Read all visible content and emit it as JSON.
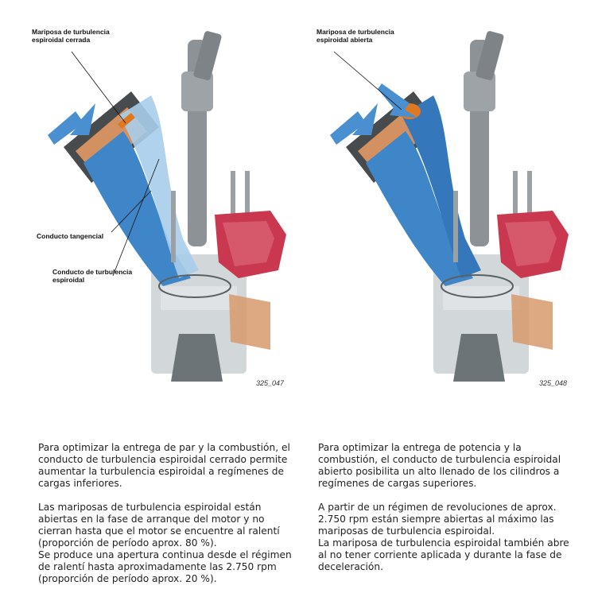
{
  "figures": [
    {
      "labels": {
        "flap": "Mariposa de turbulencia\nespiroidal cerrada",
        "tangential": "Conducto tangencial",
        "swirl": "Conducto de turbulencia\nespiroidal"
      },
      "code": "325_047"
    },
    {
      "labels": {
        "flap": "Mariposa de turbulencia\nespiroidal abierta"
      },
      "code": "325_048"
    }
  ],
  "text": {
    "left": {
      "p1": "Para optimizar la entrega de par y la combustión, el conducto de turbulencia espiroidal cerrado permite aumentar la turbulencia espiroidal a regímenes de cargas inferiores.",
      "p2a": "Las mariposas de turbulencia espiroidal están abiertas en la fase de arranque del motor y no cierran hasta que el motor se encuentre al ralentí (proporción de período aprox. 80 %).",
      "p2b": "Se produce una apertura continua desde el régimen de ralentí hasta aproximadamente las 2.750 rpm (proporción de período aprox. 20 %)."
    },
    "right": {
      "p1": "Para optimizar la entrega de potencia y la combustión, el conducto de turbulencia espiroidal abierto posibilita un alto llenado de los cilindros a regímenes de cargas superiores.",
      "p2a": "A partir de un régimen de revoluciones de aprox. 2.750 rpm están siempre abiertas al máximo las mariposas de turbulencia espiroidal.",
      "p2b": "La mariposa de turbulencia espiroidal también abre al no tener corriente aplicada y durante la fase de deceleración."
    }
  },
  "colors": {
    "intake_blue": "#3f86c8",
    "intake_light": "#a9cdea",
    "exhaust_red": "#c9384f",
    "flap_orange": "#e07820",
    "metal_grey": "#8c9296"
  }
}
